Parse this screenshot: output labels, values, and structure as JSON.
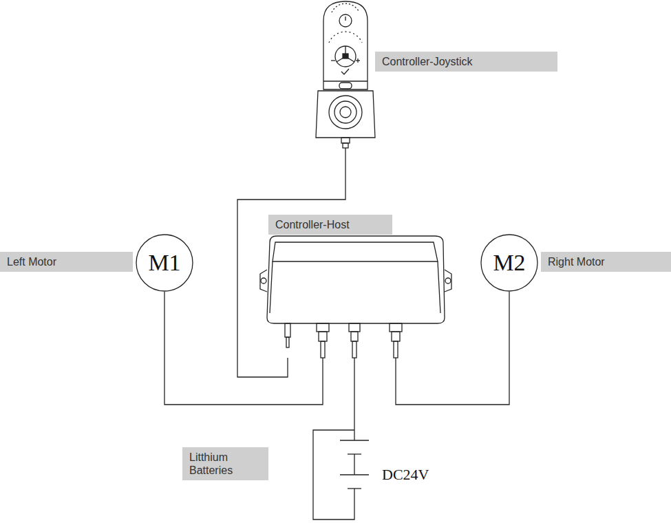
{
  "diagram": {
    "nodes": [
      {
        "text": [
          "Controller-Joystick"
        ]
      },
      {
        "text": [
          "Controller-Host"
        ]
      },
      {
        "text": [
          "M1",
          "Left Motor"
        ]
      },
      {
        "text": [
          "M2",
          "Right Motor"
        ]
      },
      {
        "text": [
          "DC24V",
          "Litthium Batteries"
        ]
      }
    ],
    "edges": [
      {
        "from": 0,
        "to": 1,
        "arrow": "none"
      },
      {
        "from": 2,
        "to": 1,
        "arrow": "none"
      },
      {
        "from": 1,
        "to": 3,
        "arrow": "none"
      },
      {
        "from": 1,
        "to": 4,
        "arrow": "none"
      }
    ]
  }
}
